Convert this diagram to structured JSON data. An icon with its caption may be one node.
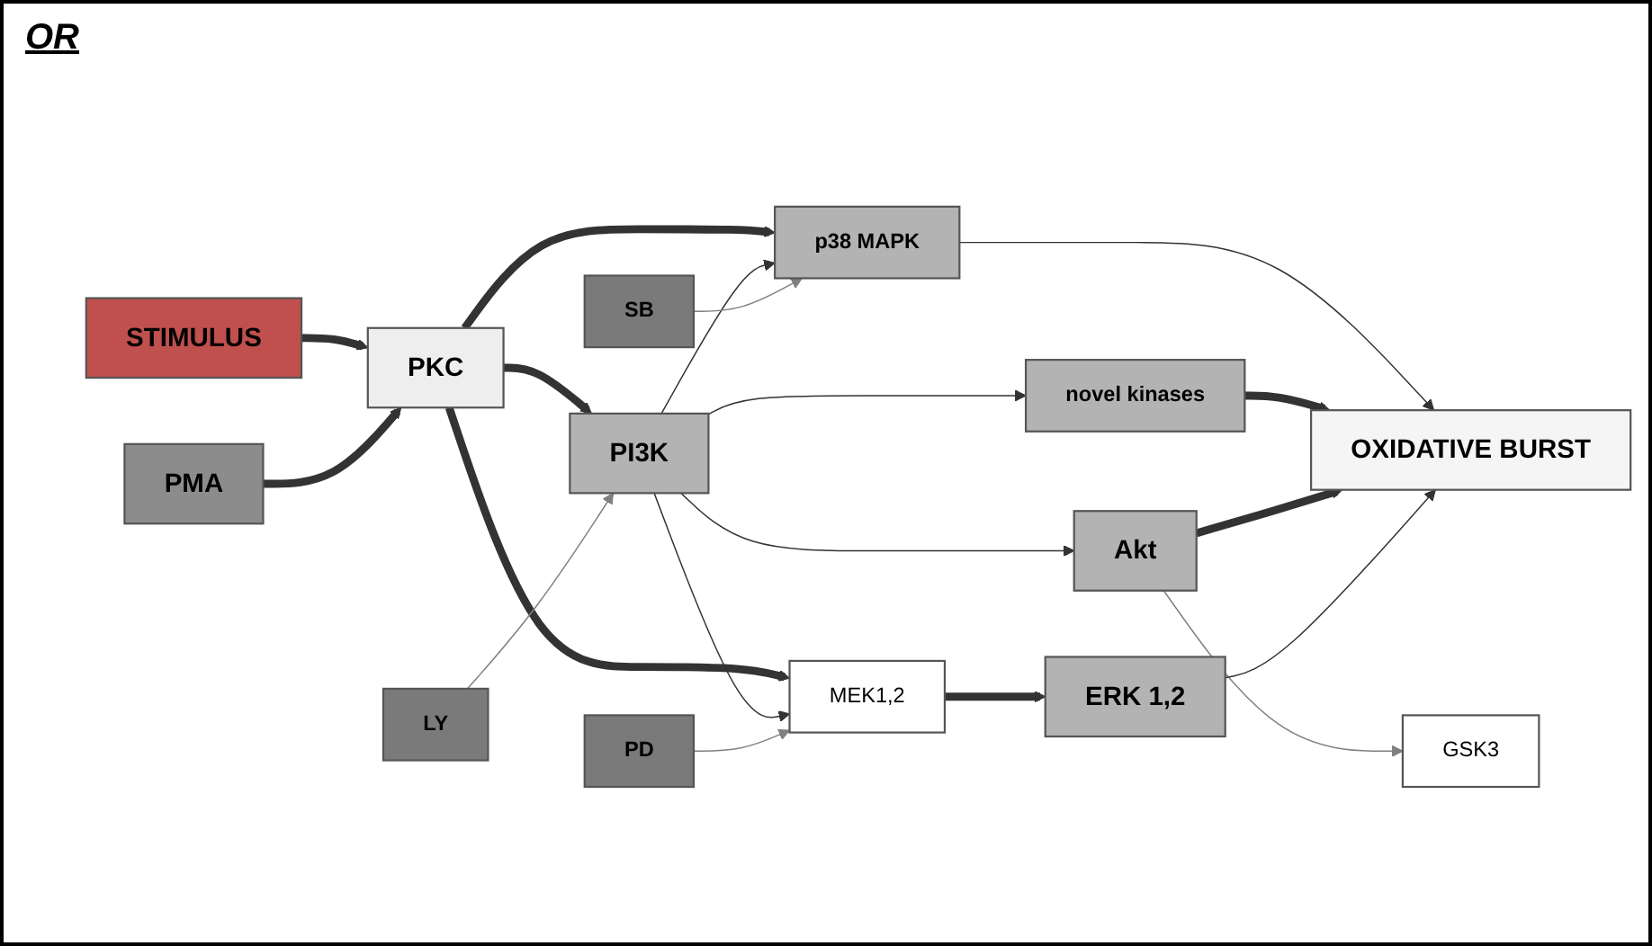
{
  "diagram": {
    "nodes": [
      {
        "text": [
          "STIMULUS"
        ]
      },
      {
        "text": [
          "PMA"
        ]
      },
      {
        "text": [
          "PKC"
        ]
      },
      {
        "text": [
          "PI3K"
        ]
      },
      {
        "text": [
          "p38 MAPK"
        ]
      },
      {
        "text": [
          "SB"
        ]
      },
      {
        "text": [
          "novel kinases"
        ]
      },
      {
        "text": [
          "Akt"
        ]
      },
      {
        "text": [
          "GSK3"
        ]
      },
      {
        "text": [
          "LY"
        ]
      },
      {
        "text": [
          "MEK1,2"
        ]
      },
      {
        "text": [
          "ERK 1,2"
        ]
      },
      {
        "text": [
          "PD"
        ]
      },
      {
        "text": [
          "OXIDATIVE BURST"
        ]
      }
    ],
    "edges": [
      {
        "from": 0,
        "to": 2,
        "arrow": "to",
        "style": "thick"
      },
      {
        "from": 1,
        "to": 2,
        "arrow": "to",
        "style": "thick"
      },
      {
        "from": 2,
        "to": 4,
        "arrow": "to",
        "style": "thick"
      },
      {
        "from": 2,
        "to": 3,
        "arrow": "to",
        "style": "thick"
      },
      {
        "from": 2,
        "to": 10,
        "arrow": "to",
        "style": "thick"
      },
      {
        "from": 3,
        "to": 4,
        "arrow": "to"
      },
      {
        "from": 3,
        "to": 6,
        "arrow": "to"
      },
      {
        "from": 3,
        "to": 7,
        "arrow": "to"
      },
      {
        "from": 3,
        "to": 10,
        "arrow": "to"
      },
      {
        "from": 5,
        "to": 4,
        "arrow": "to",
        "color": "#808080"
      },
      {
        "from": 9,
        "to": 3,
        "arrow": "to",
        "color": "#808080"
      },
      {
        "from": 7,
        "to": 8,
        "arrow": "to",
        "color": "#808080"
      },
      {
        "from": 12,
        "to": 10,
        "arrow": "to",
        "color": "#808080"
      },
      {
        "from": 10,
        "to": 11,
        "arrow": "to",
        "style": "thick"
      },
      {
        "from": 4,
        "to": 13,
        "arrow": "to"
      },
      {
        "from": 6,
        "to": 13,
        "arrow": "to",
        "style": "thick"
      },
      {
        "from": 7,
        "to": 13,
        "arrow": "to",
        "style": "thick"
      },
      {
        "from": 11,
        "to": 13,
        "arrow": "to"
      }
    ],
    "labels": [
      "OR"
    ]
  }
}
